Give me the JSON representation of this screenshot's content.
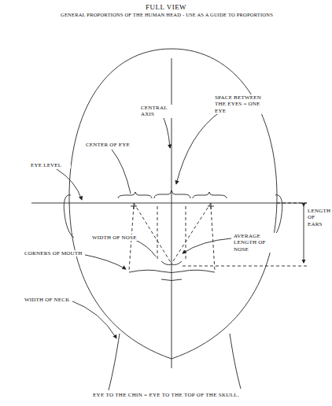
{
  "diagram": {
    "title": "FULL VIEW",
    "caption": "EYE TO THE CHIN = EYE TO THE TOP OF THE SKULL.",
    "labels": [
      "GENERAL PROPORTIONS OF THE HUMAN HEAD - USE AS A GUIDE TO PROPORTIONS",
      "CENTRAL AXIS",
      "SPACE BETWEEN THE EYES = ONE EYE",
      "CENTER OF EYE",
      "EYE LEVEL",
      "WIDTH OF NOSE",
      "AVERAGE LENGTH OF NOSE",
      "LENGTH OF EARS",
      "CORNERS OF MOUTH",
      "WIDTH OF NECK"
    ]
  }
}
